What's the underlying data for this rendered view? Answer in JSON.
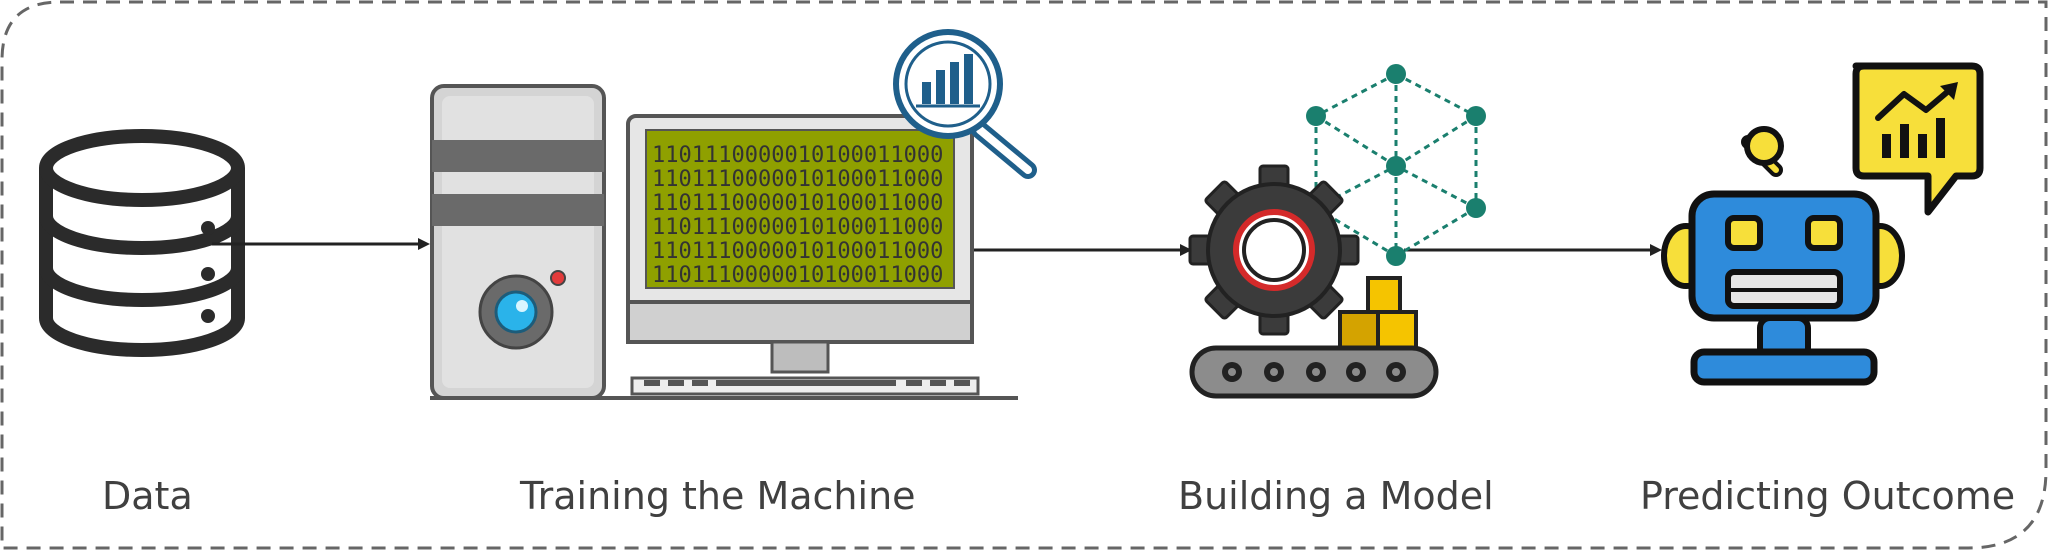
{
  "stages": [
    {
      "label": "Data",
      "icon": "database-icon"
    },
    {
      "label": "Training the Machine",
      "icon": "computer-icon"
    },
    {
      "label": "Building a Model",
      "icon": "gear-conveyor-icon"
    },
    {
      "label": "Predicting Outcome",
      "icon": "robot-icon"
    }
  ],
  "screen_binary_lines": [
    "1101110000010100011000",
    "1101110000010100011000",
    "1101110000010100011000",
    "1101110000010100011000",
    "1101110000010100011000",
    "1101110000010100011000"
  ],
  "colors": {
    "border": "#666666",
    "arrow": "#222222",
    "screen_green": "#8fa000",
    "magnifier_blue": "#1f5f8b",
    "teal_nodes": "#1a7f6e",
    "robot_blue": "#2e8bdb",
    "accent_yellow": "#f7df3a"
  }
}
